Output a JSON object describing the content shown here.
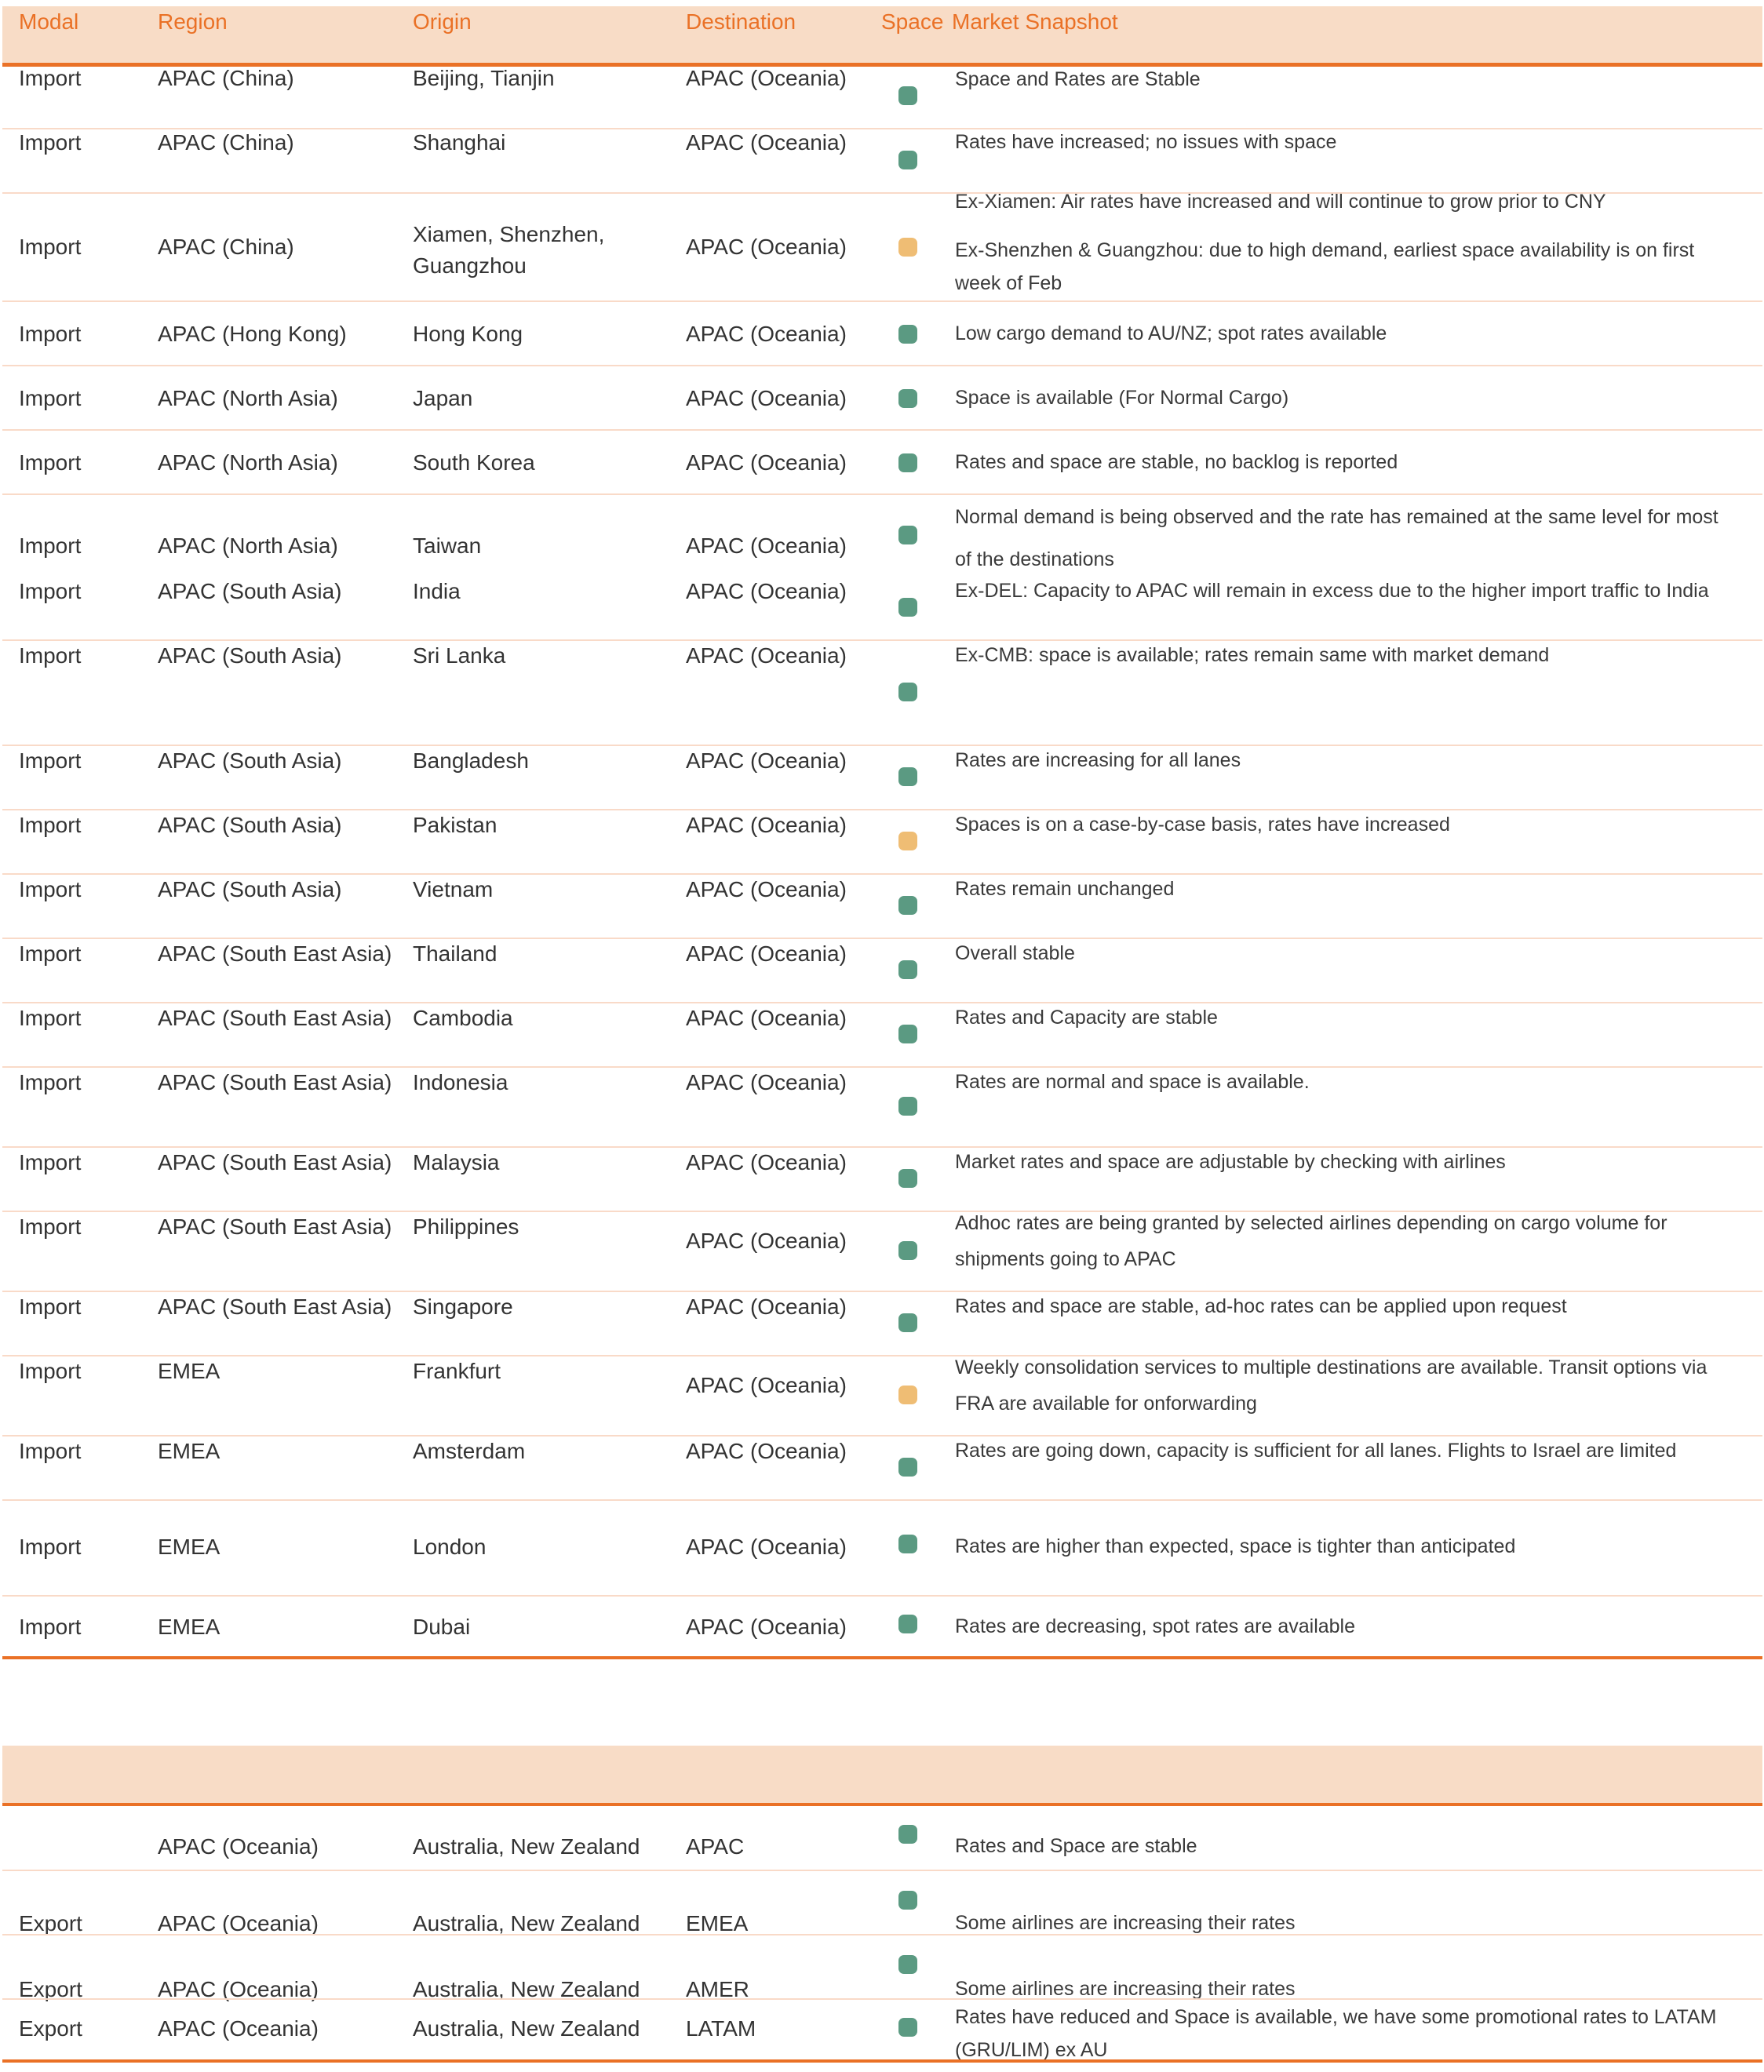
{
  "headers": {
    "modal": "Modal",
    "region": "Region",
    "origin": "Origin",
    "destination": "Destination",
    "space": "Space",
    "snapshot": "Market Snapshot"
  },
  "status_colors": {
    "green": "#5b9a82",
    "amber": "#efbd74",
    "accent": "#ea7126",
    "band": "#f8dcc6"
  },
  "import_rows": [
    {
      "modal": "Import",
      "region": "APAC (China)",
      "origin": [
        "Beijing, Tianjin"
      ],
      "destination": "APAC (Oceania)",
      "space": "green",
      "snapshot": [
        "Space and Rates are Stable"
      ]
    },
    {
      "modal": "Import",
      "region": "APAC (China)",
      "origin": [
        "Shanghai"
      ],
      "destination": "APAC (Oceania)",
      "space": "green",
      "snapshot": [
        "Rates have increased; no issues with space"
      ]
    },
    {
      "modal": "Import",
      "region": "APAC (China)",
      "origin": [
        "Xiamen, Shenzhen,",
        "Guangzhou"
      ],
      "destination": "APAC (Oceania)",
      "space": "amber",
      "snapshot": [
        "Ex-Xiamen: Air rates have increased and will continue to grow prior to CNY",
        "Ex-Shenzhen & Guangzhou: due to high demand, earliest space availability is on first",
        "week of Feb"
      ]
    },
    {
      "modal": "Import",
      "region": "APAC (Hong Kong)",
      "origin": [
        "Hong Kong"
      ],
      "destination": "APAC (Oceania)",
      "space": "green",
      "snapshot": [
        "Low cargo demand to AU/NZ; spot rates available"
      ]
    },
    {
      "modal": "Import",
      "region": "APAC (North Asia)",
      "origin": [
        "Japan"
      ],
      "destination": "APAC (Oceania)",
      "space": "green",
      "snapshot": [
        "Space is available (For Normal Cargo)"
      ]
    },
    {
      "modal": "Import",
      "region": "APAC (North Asia)",
      "origin": [
        "South Korea"
      ],
      "destination": "APAC (Oceania)",
      "space": "green",
      "snapshot": [
        "Rates and space are stable, no backlog is reported"
      ]
    },
    {
      "modal": "Import",
      "region": "APAC (North Asia)",
      "origin": [
        "Taiwan"
      ],
      "destination": "APAC (Oceania)",
      "space": "green",
      "snapshot": [
        "Normal demand is being observed and the rate has remained at the same level for most",
        "of the destinations"
      ]
    },
    {
      "modal": "Import",
      "region": "APAC (South Asia)",
      "origin": [
        "India"
      ],
      "destination": "APAC (Oceania)",
      "space": "green",
      "snapshot": [
        "Ex-DEL: Capacity to APAC will remain in excess due to the higher import traffic to India"
      ]
    },
    {
      "modal": "Import",
      "region": "APAC (South Asia)",
      "origin": [
        "Sri Lanka"
      ],
      "destination": "APAC (Oceania)",
      "space": "green",
      "snapshot": [
        "Ex-CMB: space is available; rates remain same with market demand"
      ]
    },
    {
      "modal": "Import",
      "region": "APAC (South Asia)",
      "origin": [
        "Bangladesh"
      ],
      "destination": "APAC (Oceania)",
      "space": "green",
      "snapshot": [
        "Rates are increasing for all lanes"
      ]
    },
    {
      "modal": "Import",
      "region": "APAC (South Asia)",
      "origin": [
        "Pakistan"
      ],
      "destination": "APAC (Oceania)",
      "space": "amber",
      "snapshot": [
        "Spaces is on a case-by-case basis, rates have increased"
      ]
    },
    {
      "modal": "Import",
      "region": "APAC (South Asia)",
      "origin": [
        "Vietnam"
      ],
      "destination": "APAC (Oceania)",
      "space": "green",
      "snapshot": [
        "Rates remain unchanged"
      ]
    },
    {
      "modal": "Import",
      "region": "APAC (South East Asia)",
      "origin": [
        "Thailand"
      ],
      "destination": "APAC (Oceania)",
      "space": "green",
      "snapshot": [
        "Overall stable"
      ]
    },
    {
      "modal": "Import",
      "region": "APAC (South East Asia)",
      "origin": [
        "Cambodia"
      ],
      "destination": "APAC (Oceania)",
      "space": "green",
      "snapshot": [
        "Rates and Capacity  are stable"
      ]
    },
    {
      "modal": "Import",
      "region": "APAC (South East Asia)",
      "origin": [
        "Indonesia"
      ],
      "destination": "APAC (Oceania)",
      "space": "green",
      "snapshot": [
        "Rates are normal and space is available."
      ]
    },
    {
      "modal": "Import",
      "region": "APAC (South East Asia)",
      "origin": [
        "Malaysia"
      ],
      "destination": "APAC (Oceania)",
      "space": "green",
      "snapshot": [
        "Market rates and space are adjustable by checking with airlines"
      ]
    },
    {
      "modal": "Import",
      "region": "APAC (South East Asia)",
      "origin": [
        "Philippines"
      ],
      "destination": "APAC (Oceania)",
      "space": "green",
      "snapshot": [
        "Adhoc rates are being granted by selected airlines depending on cargo volume for",
        "shipments going to APAC"
      ]
    },
    {
      "modal": "Import",
      "region": "APAC (South East Asia)",
      "origin": [
        "Singapore"
      ],
      "destination": "APAC (Oceania)",
      "space": "green",
      "snapshot": [
        "Rates and space are stable, ad-hoc rates can be applied upon request"
      ]
    },
    {
      "modal": "Import",
      "region": "EMEA",
      "origin": [
        "Frankfurt"
      ],
      "destination": "APAC (Oceania)",
      "space": "amber",
      "snapshot": [
        "Weekly consolidation services to multiple destinations are available. Transit options via",
        "FRA are available for onforwarding"
      ]
    },
    {
      "modal": "Import",
      "region": "EMEA",
      "origin": [
        "Amsterdam"
      ],
      "destination": "APAC (Oceania)",
      "space": "green",
      "snapshot": [
        "Rates are going down, capacity is sufficient for all lanes. Flights to Israel are limited"
      ]
    },
    {
      "modal": "Import",
      "region": "EMEA",
      "origin": [
        "London"
      ],
      "destination": "APAC (Oceania)",
      "space": "green",
      "snapshot": [
        "Rates are higher than expected, space is tighter than anticipated"
      ]
    },
    {
      "modal": "Import",
      "region": "EMEA",
      "origin": [
        "Dubai"
      ],
      "destination": "APAC (Oceania)",
      "space": "green",
      "snapshot": [
        "Rates are decreasing, spot rates are available"
      ]
    }
  ],
  "export_rows": [
    {
      "modal": "",
      "region": "APAC (Oceania)",
      "origin": [
        "Australia, New Zealand"
      ],
      "destination": "APAC",
      "space": "green",
      "snapshot": [
        "Rates and Space are stable"
      ]
    },
    {
      "modal": "Export",
      "region": "APAC (Oceania)",
      "origin": [
        "Australia, New Zealand"
      ],
      "destination": "EMEA",
      "space": "green",
      "snapshot": [
        "Some airlines are increasing their rates"
      ]
    },
    {
      "modal": "Export",
      "region": "APAC (Oceania)",
      "origin": [
        "Australia, New Zealand"
      ],
      "destination": "AMER",
      "space": "green",
      "snapshot": [
        "Some airlines are increasing their rates"
      ]
    },
    {
      "modal": "Export",
      "region": "APAC (Oceania)",
      "origin": [
        "Australia, New Zealand"
      ],
      "destination": "LATAM",
      "space": "green",
      "snapshot": [
        "Rates have reduced and Space is available, we have some promotional rates to LATAM",
        "(GRU/LIM) ex AU"
      ]
    }
  ]
}
